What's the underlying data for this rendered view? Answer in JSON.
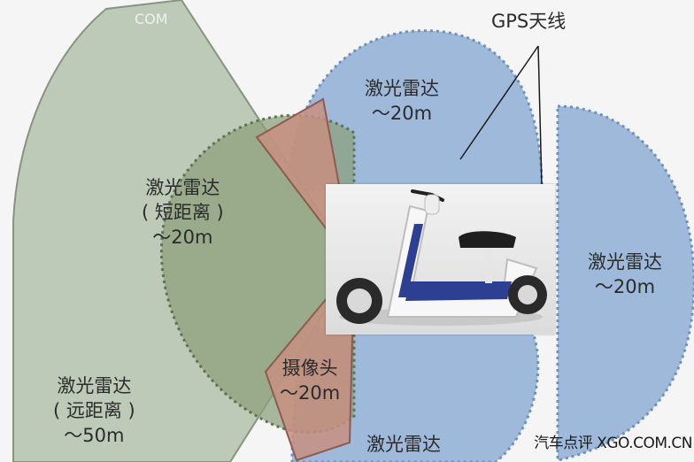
{
  "labels": {
    "gps_antenna": "GPS天线",
    "lidar_top": [
      "激光雷达",
      "～20m"
    ],
    "lidar_short": [
      "激光雷达",
      "( 短距离 )",
      "～20m"
    ],
    "lidar_right": [
      "激光雷达",
      "～20m"
    ],
    "lidar_long": [
      "激光雷达",
      "( 远距离 )",
      "～50m"
    ],
    "camera": [
      "摄像头",
      "～20m"
    ],
    "lidar_bottom": "激光雷达"
  },
  "footer": "汽车点评 XGO.COM.CN",
  "watermark": "COM",
  "colors": {
    "sensor_blue": "#9fb9da",
    "long_range_green": "#b9c5b2",
    "short_range_green": "#8aa07a",
    "camera_red": "#c78f80",
    "scooter_seat_blue": "#2c3f92"
  }
}
